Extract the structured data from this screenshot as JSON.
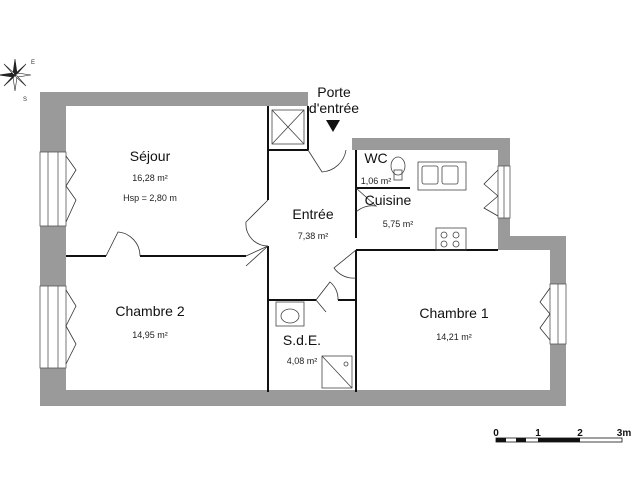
{
  "entrance": {
    "line1": "Porte",
    "line2": "d'entrée"
  },
  "rooms": {
    "sejour": {
      "name": "Séjour",
      "area": "16,28 m²",
      "hsp": "Hsp = 2,80 m"
    },
    "entree": {
      "name": "Entrée",
      "area": "7,38 m²"
    },
    "wc": {
      "name": "WC",
      "area": "1,06 m²"
    },
    "cuisine": {
      "name": "Cuisine",
      "area": "5,75 m²"
    },
    "chambre2": {
      "name": "Chambre 2",
      "area": "14,95 m²"
    },
    "sde": {
      "name": "S.d.E.",
      "area": "4,08 m²"
    },
    "chambre1": {
      "name": "Chambre 1",
      "area": "14,21 m²"
    }
  },
  "scale": {
    "ticks": [
      "0",
      "1",
      "2",
      "3m"
    ]
  },
  "compass": {
    "labels": [
      "E",
      "S"
    ]
  },
  "colors": {
    "wall": "#9a9a9a",
    "line": "#111111"
  }
}
